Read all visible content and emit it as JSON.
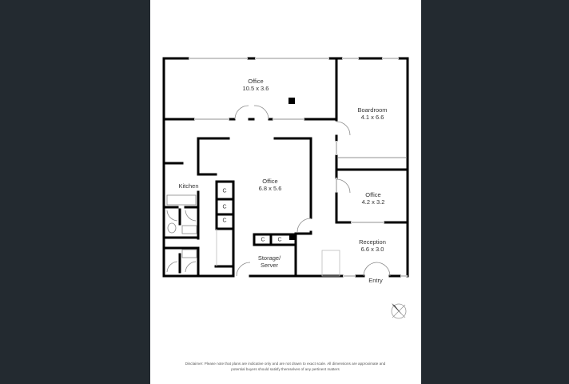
{
  "floorplan": {
    "rooms": [
      {
        "name": "Office",
        "size": "10.5 x 3.6"
      },
      {
        "name": "Boardroom",
        "size": "4.1 x 6.6"
      },
      {
        "name": "Office",
        "size": "6.8 x 5.6"
      },
      {
        "name": "Office",
        "size": "4.2 x 3.2"
      },
      {
        "name": "Kitchen",
        "size": ""
      },
      {
        "name": "Reception",
        "size": "6.6 x 3.0"
      },
      {
        "name": "Storage/",
        "size": "Server"
      }
    ],
    "cupboard_label": "C",
    "entry_label": "Entry",
    "compass_icon": "north-arrow-icon"
  },
  "disclaimer": {
    "line1": "Disclaimer: Please note that plans are indicative only and are not drawn to exact scale. All dimensions are approximate and",
    "line2": "potential buyers should satisfy themselves of any pertinent matters"
  },
  "colors": {
    "background": "#232a30",
    "sheet": "#ffffff",
    "wall": "#000000",
    "window": "#cccccc"
  }
}
